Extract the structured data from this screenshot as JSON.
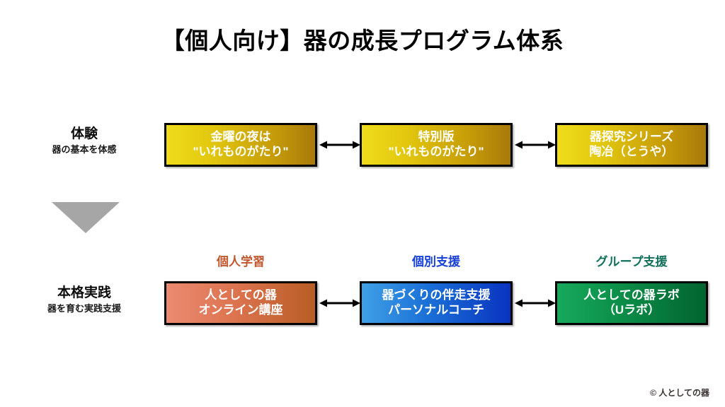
{
  "slide": {
    "title": "【個人向け】器の成長プログラム体系",
    "background_color": "#FFFFFF",
    "footer_copyright": "© 人としての器"
  },
  "rows": [
    {
      "id": "experience",
      "label_main": "体験",
      "label_sub": "器の基本を体感",
      "boxes": [
        {
          "id": "friday-night",
          "line1": "金曜の夜は",
          "line2": "\"いれものがたり\"",
          "fill_start": "#EFDC1B",
          "fill_end": "#A9790B"
        },
        {
          "id": "special-edition",
          "line1": "特別版",
          "line2": "\"いれものがたり\"",
          "fill_start": "#EFDC1B",
          "fill_end": "#A9790B"
        },
        {
          "id": "utsuwa-inquiry-series",
          "line1": "器探究シリーズ",
          "line2": "陶冶（とうや）",
          "fill_start": "#EFDC1B",
          "fill_end": "#A9790B"
        }
      ]
    },
    {
      "id": "full-practice",
      "label_main": "本格実践",
      "label_sub": "器を育む実践支援",
      "categories": [
        {
          "id": "personal-study",
          "label": "個人学習",
          "color": "#C2562F"
        },
        {
          "id": "individual-support",
          "label": "個別支援",
          "color": "#1640D8"
        },
        {
          "id": "group-support",
          "label": "グループ支援",
          "color": "#11705A"
        }
      ],
      "boxes": [
        {
          "id": "online-course",
          "line1": "人としての器",
          "line2": "オンライン講座",
          "fill_start": "#EA8A71",
          "fill_end": "#B85D25"
        },
        {
          "id": "personal-coach",
          "line1": "器づくりの伴走支援",
          "line2": "パーソナルコーチ",
          "fill_start": "#3FA0E6",
          "fill_end": "#0A33C0"
        },
        {
          "id": "utsuwa-lab",
          "line1": "人としての器ラボ",
          "line2": "（Uラボ）",
          "fill_start": "#16A95C",
          "fill_end": "#026430"
        }
      ]
    }
  ],
  "connectors": {
    "type": "double-headed-arrow",
    "color": "#000000",
    "count": 4
  },
  "stage_arrow": {
    "id": "down-triangle",
    "shape": "triangle-down",
    "color": "#A6A6A6"
  }
}
